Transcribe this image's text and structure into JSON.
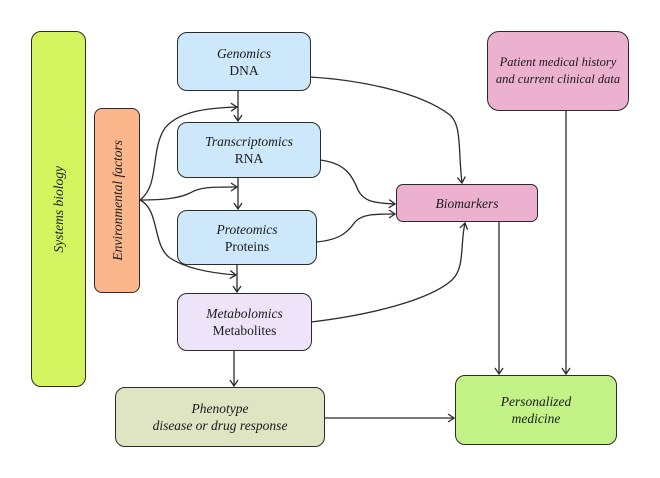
{
  "diagram": {
    "nodes": {
      "systems_biology": {
        "label": "Systems biology",
        "color": "#d4f55f"
      },
      "environmental_factors": {
        "label": "Environmental factors",
        "color": "#fbb78b"
      },
      "genomics": {
        "title": "Genomics",
        "subtitle": "DNA",
        "color": "#cde8fb"
      },
      "transcriptomics": {
        "title": "Transcriptomics",
        "subtitle": "RNA",
        "color": "#cde8fb"
      },
      "proteomics": {
        "title": "Proteomics",
        "subtitle": "Proteins",
        "color": "#cde8fb"
      },
      "metabolomics": {
        "title": "Metabolomics",
        "subtitle": "Metabolites",
        "color": "#ede4fa"
      },
      "phenotype": {
        "title": "Phenotype",
        "subtitle": "disease or drug response",
        "color": "#dfe4c3"
      },
      "patient_history": {
        "line1": "Patient medical history",
        "line2": "and current clinical data",
        "color": "#ecb1cf"
      },
      "biomarkers": {
        "label": "Biomarkers",
        "color": "#ecb1cf"
      },
      "personalized_medicine": {
        "line1": "Personalized",
        "line2": "medicine",
        "color": "#c3f386"
      }
    },
    "edges": [
      {
        "from": "genomics",
        "to": "transcriptomics"
      },
      {
        "from": "transcriptomics",
        "to": "proteomics"
      },
      {
        "from": "proteomics",
        "to": "metabolomics"
      },
      {
        "from": "metabolomics",
        "to": "phenotype"
      },
      {
        "from": "environmental_factors",
        "to": "genomics-transcriptomics link"
      },
      {
        "from": "environmental_factors",
        "to": "transcriptomics-proteomics link"
      },
      {
        "from": "environmental_factors",
        "to": "proteomics-metabolomics link"
      },
      {
        "from": "genomics",
        "to": "biomarkers"
      },
      {
        "from": "transcriptomics",
        "to": "biomarkers"
      },
      {
        "from": "proteomics",
        "to": "biomarkers"
      },
      {
        "from": "metabolomics",
        "to": "biomarkers"
      },
      {
        "from": "biomarkers",
        "to": "personalized_medicine"
      },
      {
        "from": "patient_history",
        "to": "personalized_medicine"
      },
      {
        "from": "phenotype",
        "to": "personalized_medicine"
      }
    ]
  }
}
